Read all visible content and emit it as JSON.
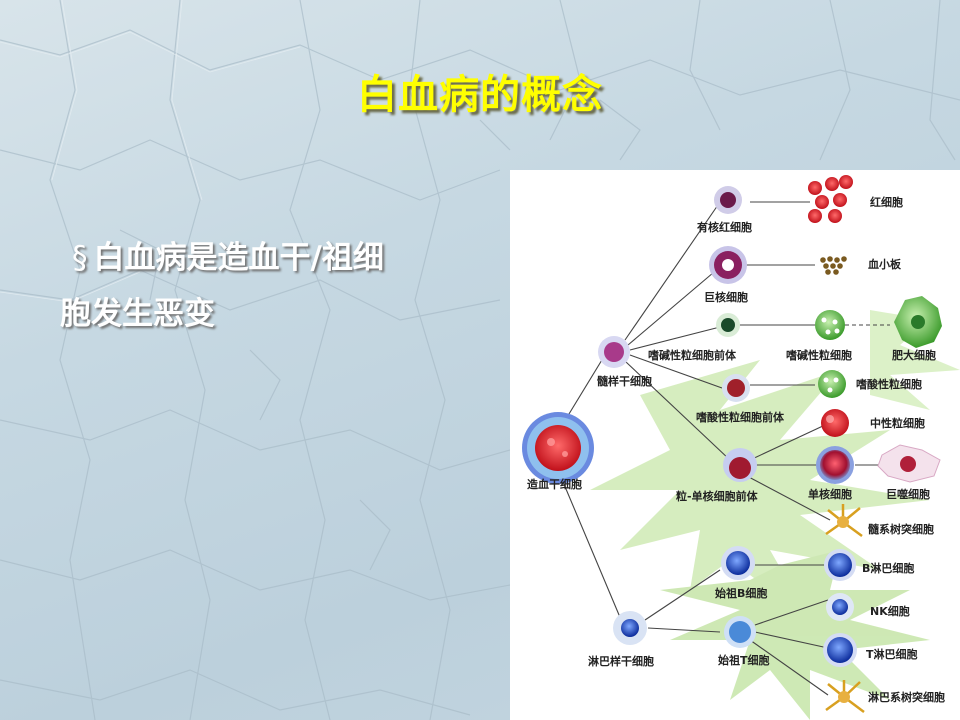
{
  "slide": {
    "title": "白血病的概念",
    "bullet_marker": "§",
    "bullet_text_line1": "白血病是造血干/祖细",
    "bullet_text_line2": "胞发生恶变"
  },
  "figure": {
    "labels": {
      "stem_cell": "造血干细胞",
      "myeloid_stem": "髓样干细胞",
      "lymphoid_stem": "淋巴样干细胞",
      "nucleated_rbc": "有核红细胞",
      "rbc": "红细胞",
      "megakaryocyte": "巨核细胞",
      "platelet": "血小板",
      "basophil_precursor": "嗜碱性粒细胞前体",
      "basophil": "嗜碱性粒细胞",
      "mast_cell": "肥大细胞",
      "eosinophil_precursor": "嗜酸性粒细胞前体",
      "eosinophil": "嗜酸性粒细胞",
      "neutrophil": "中性粒细胞",
      "gm_precursor": "粒-单核细胞前体",
      "monocyte": "单核细胞",
      "macrophage": "巨噬细胞",
      "myeloid_dc": "髓系树突细胞",
      "pro_b": "始祖B细胞",
      "b_cell": "B淋巴细胞",
      "nk_cell": "NK细胞",
      "pro_t": "始祖T细胞",
      "t_cell": "T淋巴细胞",
      "lymphoid_dc": "淋巴系树突细胞"
    }
  }
}
